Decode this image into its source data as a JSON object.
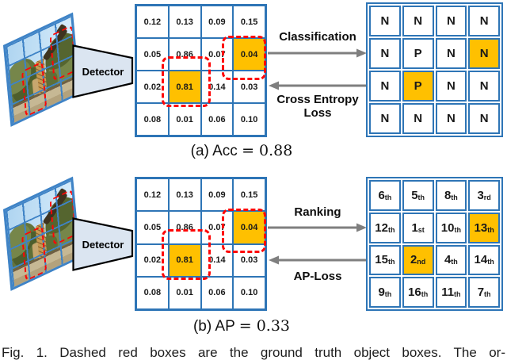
{
  "colors": {
    "grid_blue": "#2E75B6",
    "photo_frame_blue": "#3F83C6",
    "highlight_orange": "#FFC000",
    "gt_box_red": "#FE0505",
    "arrow_gray": "#7F7F7F",
    "detector_fill": "#DBE5F1"
  },
  "detector": {
    "label": "Detector"
  },
  "panel_a": {
    "arrow_top_label": "Classification",
    "arrow_bottom_label": "Cross Entropy Loss",
    "caption_prefix": "(a) Acc",
    "caption_math": "= 0.88",
    "score_grid": {
      "values": [
        "0.12",
        "0.13",
        "0.09",
        "0.15",
        "0.05",
        "0.86",
        "0.07",
        "0.04",
        "0.02",
        "0.81",
        "0.14",
        "0.03",
        "0.08",
        "0.01",
        "0.06",
        "0.10"
      ],
      "highlighted": [
        7,
        9
      ]
    },
    "label_grid": {
      "values": [
        "N",
        "N",
        "N",
        "N",
        "N",
        "P",
        "N",
        "N",
        "N",
        "P",
        "N",
        "N",
        "N",
        "N",
        "N",
        "N"
      ],
      "highlighted": [
        7,
        9
      ]
    }
  },
  "panel_b": {
    "arrow_top_label": "Ranking",
    "arrow_bottom_label": "AP-Loss",
    "caption_prefix": "(b) AP",
    "caption_math": "= 0.33",
    "score_grid": {
      "values": [
        "0.12",
        "0.13",
        "0.09",
        "0.15",
        "0.05",
        "0.86",
        "0.07",
        "0.04",
        "0.02",
        "0.81",
        "0.14",
        "0.03",
        "0.08",
        "0.01",
        "0.06",
        "0.10"
      ],
      "highlighted": [
        7,
        9
      ]
    },
    "rank_grid": {
      "values": [
        {
          "n": "6",
          "s": "th"
        },
        {
          "n": "5",
          "s": "th"
        },
        {
          "n": "8",
          "s": "th"
        },
        {
          "n": "3",
          "s": "rd"
        },
        {
          "n": "12",
          "s": "th"
        },
        {
          "n": "1",
          "s": "st"
        },
        {
          "n": "10",
          "s": "th"
        },
        {
          "n": "13",
          "s": "th"
        },
        {
          "n": "15",
          "s": "th"
        },
        {
          "n": "2",
          "s": "nd"
        },
        {
          "n": "4",
          "s": "th"
        },
        {
          "n": "14",
          "s": "th"
        },
        {
          "n": "9",
          "s": "th"
        },
        {
          "n": "16",
          "s": "th"
        },
        {
          "n": "11",
          "s": "th"
        },
        {
          "n": "7",
          "s": "th"
        }
      ],
      "highlighted": [
        7,
        9
      ]
    }
  },
  "figure_caption": "Fig. 1. Dashed red boxes are the ground truth object boxes. The or-"
}
